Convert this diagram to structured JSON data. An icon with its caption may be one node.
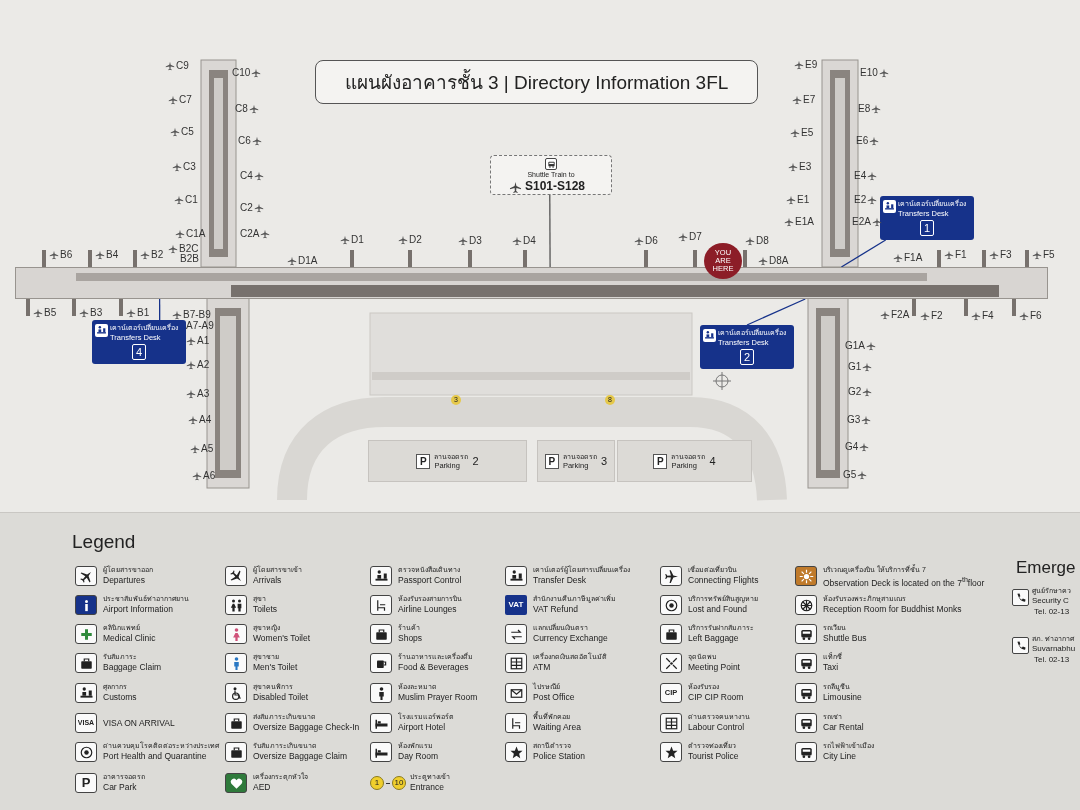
{
  "diagram": {
    "title": "แผนผังอาคารชั้น 3 | Directory Information 3FL",
    "nodes": [
      {
        "text": [
          "Shuttle Train to",
          "S101-S128"
        ]
      },
      {
        "text": [],
        "shape": "bar"
      },
      {
        "text": [
          "YOU ARE HERE"
        ]
      },
      {
        "text": [
          "เคาน์เตอร์เปลี่ยนเครื่อง",
          "Transfers Desk",
          "1"
        ]
      },
      {
        "text": [
          "เคาน์เตอร์เปลี่ยนเครื่อง",
          "Transfers Desk",
          "4"
        ]
      },
      {
        "text": [
          "เคาน์เตอร์เปลี่ยนเครื่อง",
          "Transfers Desk",
          "2"
        ]
      },
      {
        "text": [
          "P",
          "ลานจอดรถ",
          "Parking",
          "2"
        ]
      },
      {
        "text": [
          "P",
          "ลานจอดรถ",
          "Parking",
          "3"
        ]
      },
      {
        "text": [
          "P",
          "ลานจอดรถ",
          "Parking",
          "4"
        ]
      }
    ],
    "edges": [
      {
        "from": 0,
        "to": 1,
        "arrow": "none",
        "color": "#555555"
      },
      {
        "from": 3,
        "to": 1,
        "arrow": "none"
      },
      {
        "from": 4,
        "to": 1,
        "arrow": "none"
      },
      {
        "from": 5,
        "to": 1,
        "arrow": "none"
      }
    ],
    "labels": [
      "C9",
      "C10",
      "C7",
      "C8",
      "C5",
      "C6",
      "C3",
      "C4",
      "C1",
      "C2",
      "C1A",
      "C2A",
      "E9",
      "E10",
      "E7",
      "E8",
      "E5",
      "E6",
      "E3",
      "E4",
      "E1",
      "E2",
      "E1A",
      "E2A",
      "D1",
      "D2",
      "D3",
      "D4",
      "D6",
      "D7",
      "D8",
      "B6",
      "B4",
      "B2",
      "B2C",
      "B2B",
      "D1A",
      "D8A",
      "F1A",
      "F1",
      "F3",
      "F5",
      "B5",
      "B3",
      "B1",
      "B7-B9",
      "A7-A9",
      "F2A",
      "F2",
      "F4",
      "F6",
      "A1",
      "G1A",
      "A2",
      "G1",
      "A3",
      "G2",
      "A4",
      "G3",
      "A5",
      "G4",
      "A6",
      "G5",
      "3",
      "8",
      "Legend",
      "VISA",
      "P",
      "1",
      "10",
      "VAT",
      "CIP",
      "Emerge",
      "ศูนย์รักษาคว",
      "Security C",
      "Tel. 02-13",
      "สภ. ท่าอากาศ",
      "Suvarnabhu",
      "Tel. 02-13"
    ],
    "legend": [
      {
        "text": "ผู้โดยสารขาออก Departures"
      },
      {
        "text": "ประชาสัมพันธ์ท่าอากาศยาน Airport Information"
      },
      {
        "text": "คลินิกแพทย์ Medical Clinic"
      },
      {
        "text": "รับสัมภาระ Baggage Claim"
      },
      {
        "text": "ศุลกากร Customs"
      },
      {
        "text": "VISA ON ARRIVAL"
      },
      {
        "text": "ด่านควบคุมโรคติดต่อระหว่างประเทศ Port Health and Quarantine"
      },
      {
        "text": "อาคารจอดรถ Car Park"
      },
      {
        "text": "ผู้โดยสารขาเข้า Arrivals"
      },
      {
        "text": "สุขา Toilets"
      },
      {
        "text": "สุขาหญิง Women's Toilet"
      },
      {
        "text": "สุขาชาย Men's Toilet"
      },
      {
        "text": "สุขาคนพิการ Disabled Toilet"
      },
      {
        "text": "ส่งสัมภาระเกินขนาด Oversize Baggage Check-In"
      },
      {
        "text": "รับสัมภาระเกินขนาด Oversize Baggage Claim"
      },
      {
        "text": "เครื่องกระตุกหัวใจ AED"
      },
      {
        "text": "ตรวจหนังสือเดินทาง Passport Control"
      },
      {
        "text": "ห้องรับรองสายการบิน Airline Lounges"
      },
      {
        "text": "ร้านค้า Shops"
      },
      {
        "text": "ร้านอาหารและเครื่องดื่ม Food & Beverages"
      },
      {
        "text": "ห้องละหมาด Muslim Prayer Room"
      },
      {
        "text": "โรงแรมแอร์พอร์ต Airport Hotel"
      },
      {
        "text": "ห้องพักแรม Day Room"
      },
      {
        "text": "ประตูทางเข้า Entrance"
      },
      {
        "text": "เคาน์เตอร์ผู้โดยสารเปลี่ยนเครื่อง Transfer Desk"
      },
      {
        "text": "สำนักงานคืนภาษีมูลค่าเพิ่ม VAT Refund"
      },
      {
        "text": "แลกเปลี่ยนเงินตรา Currency Exchange"
      },
      {
        "text": "เครื่องกดเงินสดอัตโนมัติ ATM"
      },
      {
        "text": "ไปรษณีย์ Post Office"
      },
      {
        "text": "พื้นที่พักคอย Waiting Area"
      },
      {
        "text": "สถานีตำรวจ Police Station"
      },
      {
        "text": "เชื่อมต่อเที่ยวบิน Connecting Flights"
      },
      {
        "text": "บริการทรัพย์สินสูญหาย Lost and Found"
      },
      {
        "text": "บริการรับฝากสัมภาระ Left Baggage"
      },
      {
        "text": "จุดนัดพบ Meeting Point"
      },
      {
        "text": "ห้องรับรอง CIP CIP Room"
      },
      {
        "text": "ด่านตรวจคนหางาน Labour Control"
      },
      {
        "text": "ตำรวจท่องเที่ยว Tourist Police"
      },
      {
        "text": "บริเวณดูเครื่องบิน ให้บริการที่ชั้น 7 Observation Deck is located on the 7$^{th}$floor"
      },
      {
        "text": "ห้องรับรองพระภิกษุสามเณร Reception Room for Buddhist Monks"
      },
      {
        "text": "รถเวียน Shuttle Bus"
      },
      {
        "text": "แท็กซี่ Taxi"
      },
      {
        "text": "รถลีมูซีน Limousine"
      },
      {
        "text": "รถเช่า Car Rental"
      },
      {
        "text": "รถไฟฟ้าเข้าเมือง City Line"
      }
    ]
  }
}
